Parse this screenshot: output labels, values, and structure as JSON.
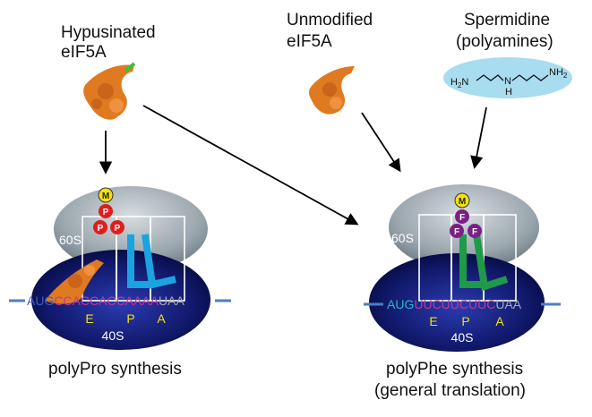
{
  "labels": {
    "hypusinated_line1": "Hypusinated",
    "hypusinated_line2": "eIF5A",
    "unmodified_line1": "Unmodified",
    "unmodified_line2": "eIF5A",
    "spermidine_line1": "Spermidine",
    "spermidine_line2": "(polyamines)",
    "polypro": "polyPro synthesis",
    "polyphe_line1": "polyPhe synthesis",
    "polyphe_line2": "(general translation)"
  },
  "molecule": {
    "h2n": "H",
    "h2n_sub": "2",
    "h2n_n": "N",
    "nh": "N",
    "nh_h": "H",
    "nh2": "NH",
    "nh2_sub": "2"
  },
  "left_ribosome": {
    "large_subunit": "60S",
    "small_subunit": "40S",
    "sites": [
      "E",
      "P",
      "A"
    ],
    "mrna": [
      {
        "text": "AUG",
        "color": "#3a5fc4"
      },
      {
        "text": "CCACCACCAAAA",
        "color": "#c0399a"
      },
      {
        "text": "UAA",
        "color": "#aaaaaa"
      }
    ],
    "chain": [
      "M",
      "P",
      "P",
      "P"
    ]
  },
  "right_ribosome": {
    "large_subunit": "60S",
    "small_subunit": "40S",
    "sites": [
      "E",
      "P",
      "A"
    ],
    "mrna": [
      {
        "text": "AUG",
        "color": "#2bb6c2"
      },
      {
        "text": "UUCUUCUUC",
        "color": "#c0399a"
      },
      {
        "text": "UAA",
        "color": "#aaaaaa"
      }
    ],
    "chain": [
      "M",
      "F",
      "F",
      "F"
    ]
  },
  "colors": {
    "eif5a": "#e07a20",
    "hypusine_tip": "#3cbf3c",
    "trna_pro": "#1aa3e0",
    "trna_phe": "#1e9a48",
    "pro_residue": "#e01d1d",
    "phe_residue": "#7a1f86",
    "met_residue": "#f5e10a",
    "spermidine_bg": "#a8dcef"
  }
}
